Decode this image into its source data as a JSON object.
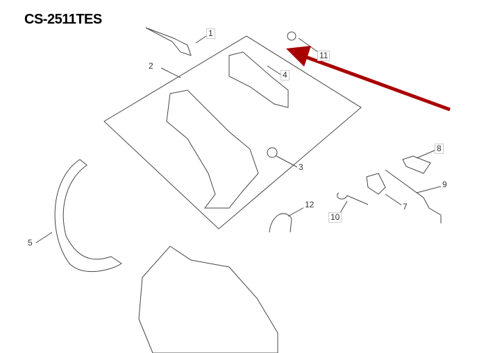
{
  "title": "CS-2511TES",
  "part_labels": [
    "1",
    "2",
    "3",
    "4",
    "5",
    "7",
    "8",
    "9",
    "10",
    "11",
    "12"
  ],
  "colors": {
    "arrow": "#a80000",
    "lines": "#444444"
  }
}
